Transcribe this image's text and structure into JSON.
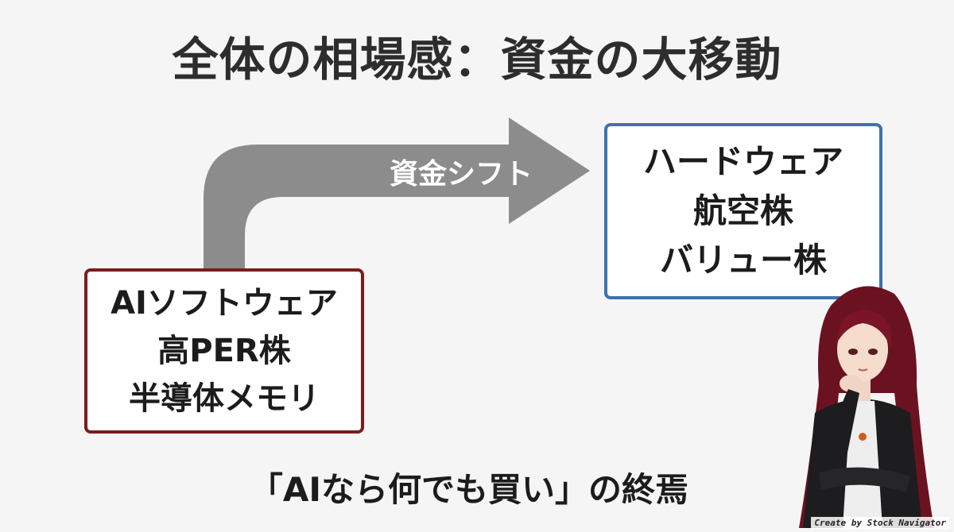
{
  "title": "全体の相場感：資金の大移動",
  "arrow": {
    "label": "資金シフト",
    "color": "#8c8c8c"
  },
  "from_box": {
    "lines": [
      "AIソフトウェア",
      "高PER株",
      "半導体メモリ"
    ],
    "border_color": "#7a1c1c"
  },
  "to_box": {
    "lines": [
      "ハードウェア",
      "航空株",
      "バリュー株"
    ],
    "border_color": "#3e72ad"
  },
  "conclusion": "「AIなら何でも買い」の終焉",
  "credit": "Create by Stock Navigator"
}
